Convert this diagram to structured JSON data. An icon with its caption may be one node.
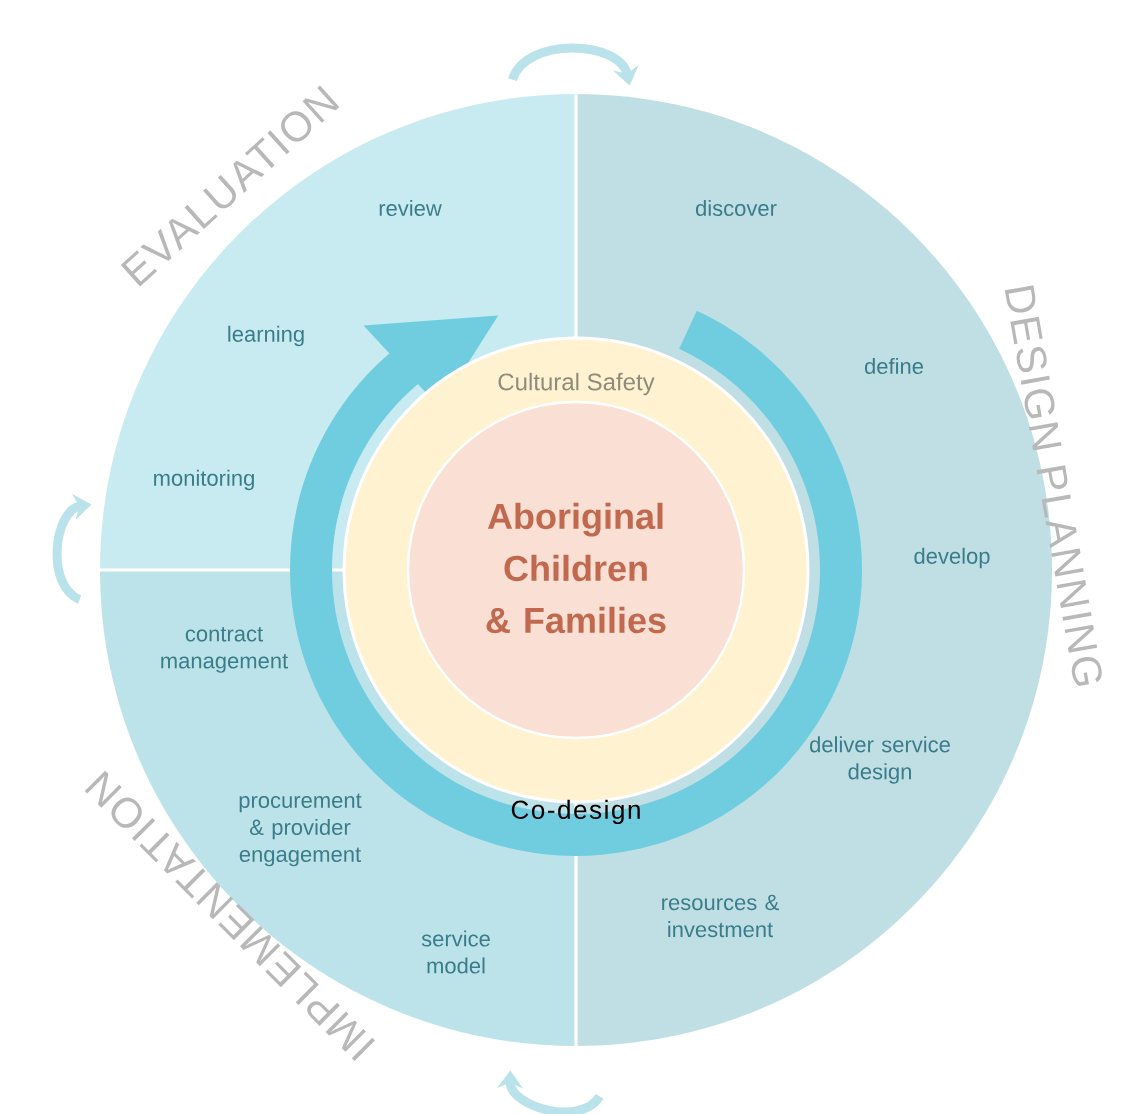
{
  "diagram": {
    "nodes": [
      {
        "text": [
          "EVALUATION",
          "review",
          "learning",
          "monitoring"
        ]
      },
      {
        "text": [
          "DESIGN PLANNING",
          "discover",
          "define",
          "develop",
          "deliver service design",
          "resources & investment"
        ]
      },
      {
        "text": [
          "IMPLEMENTATION",
          "contract management",
          "procurement & provider engagement",
          "service model"
        ]
      },
      {
        "text": [
          "Co-design"
        ]
      },
      {
        "text": [
          "Cultural Safety"
        ],
        "in": 3
      },
      {
        "text": [
          "Aboriginal Children & Families"
        ],
        "in": 4
      }
    ],
    "edges": [
      {
        "from": 0,
        "to": 1,
        "arrow": "to"
      },
      {
        "from": 1,
        "to": 2,
        "arrow": "to"
      },
      {
        "from": 2,
        "to": 0,
        "arrow": "to"
      }
    ]
  }
}
